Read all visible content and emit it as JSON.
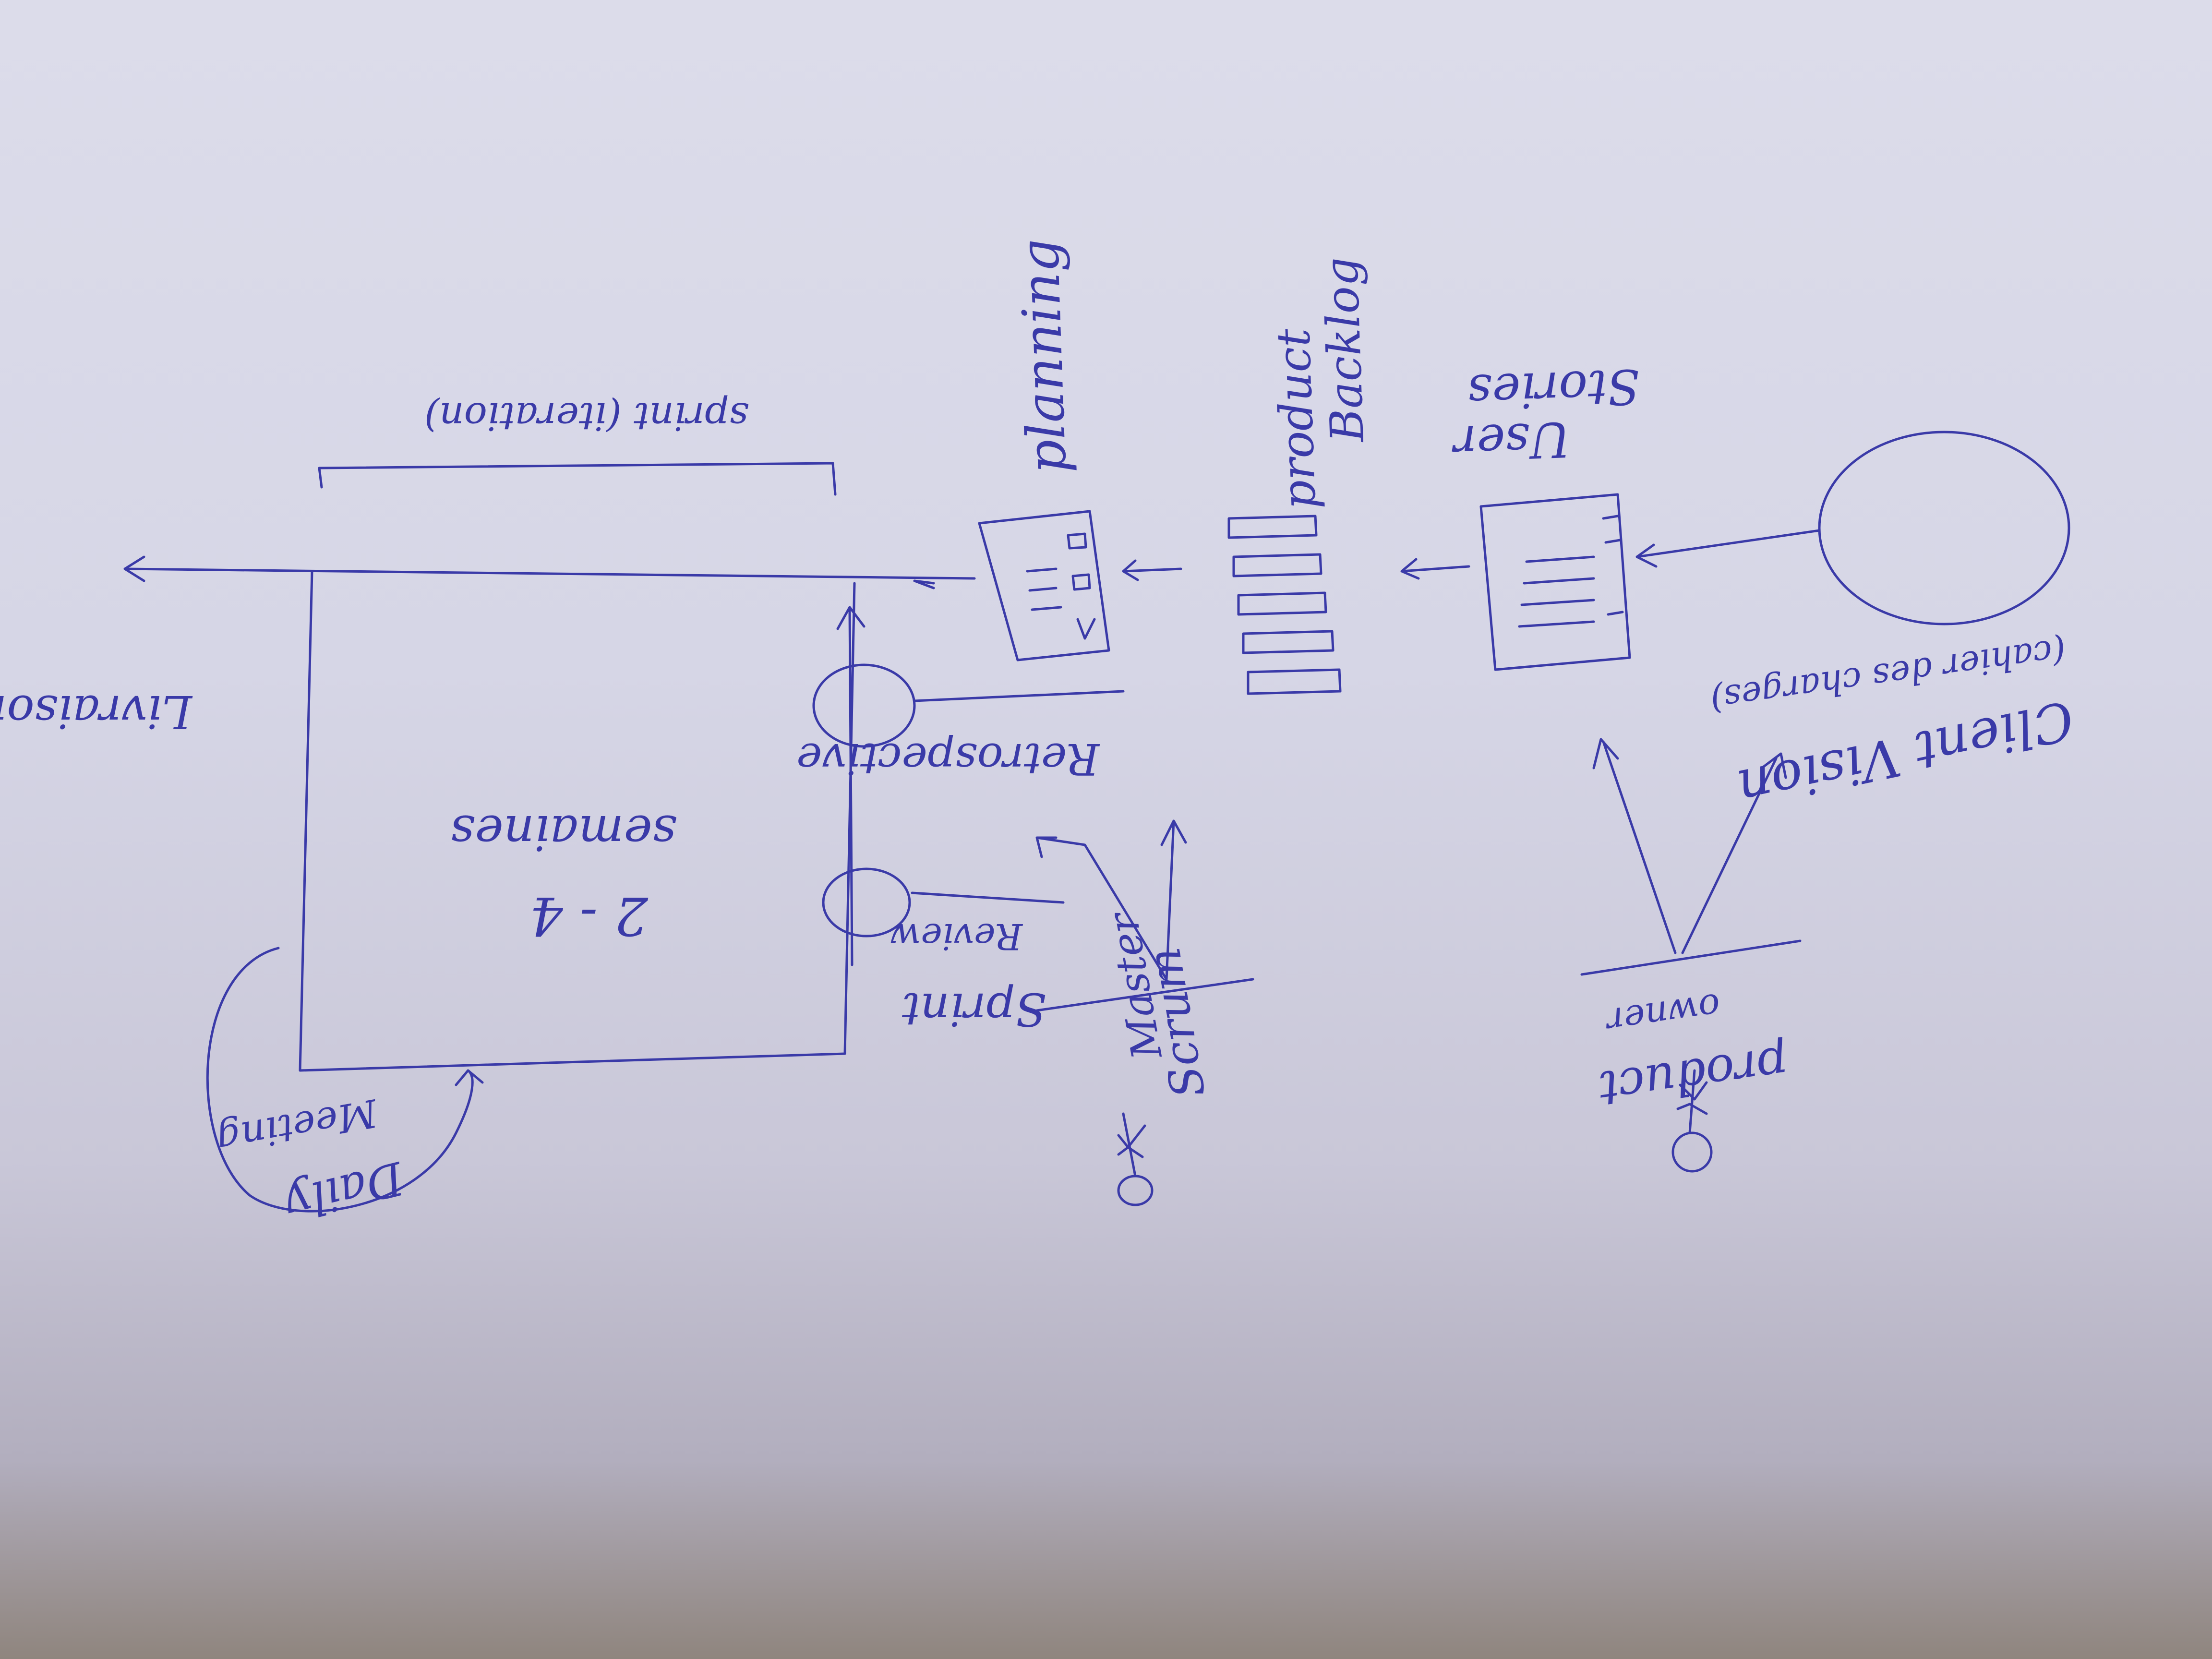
{
  "labels": {
    "client": "Client Vision",
    "client_sub": "(cahier des charges)",
    "user_stories_1": "User",
    "user_stories_2": "Stories",
    "product_backlog_1": "product",
    "product_backlog_2": "Backlog",
    "planning": "planning",
    "sprint_iteration": "sprint (iteration)",
    "livraison": "Livraison",
    "retrospective": "Retrospective",
    "sprint_review_1": "Sprint",
    "sprint_review_2": "Review",
    "duration_1": "2 - 4",
    "duration_2": "semaines",
    "daily_1": "Daily",
    "daily_2": "Meeting",
    "scrum_master_1": "Scrum",
    "scrum_master_2": "Master",
    "product_owner_1": "product",
    "product_owner_2": "owner"
  }
}
